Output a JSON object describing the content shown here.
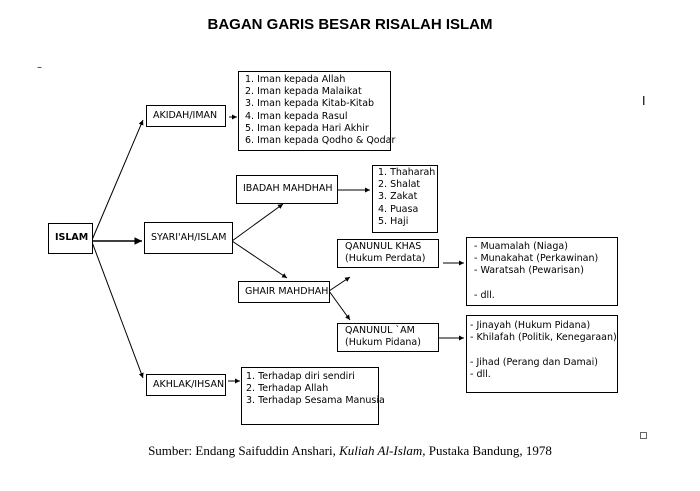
{
  "title": "BAGAN GARIS BESAR RISALAH ISLAM",
  "islam": "ISLAM",
  "akidah": {
    "label": "AKIDAH/IMAN",
    "items": [
      "1. Iman kepada Allah",
      "2. Iman kepada Malaikat",
      "3. Iman kepada Kitab-Kitab",
      "4. Iman kepada Rasul",
      "5. Iman kepada Hari Akhir",
      "6. Iman kepada Qodho & Qodar"
    ]
  },
  "syariah": {
    "label": "SYARI'AH/ISLAM"
  },
  "ibadah": {
    "label": "IBADAH MAHDHAH",
    "items": [
      "1. Thaharah",
      "2. Shalat",
      "3. Zakat",
      "4. Puasa",
      "5. Haji"
    ]
  },
  "ghair": {
    "label": "GHAIR MAHDHAH"
  },
  "khas": {
    "label1": "QANUNUL KHAS",
    "label2": "(Hukum Perdata)",
    "items": [
      "- Muamalah (Niaga)",
      "- Munakahat (Perkawinan)",
      "- Waratsah (Pewarisan)",
      "",
      "- dll."
    ]
  },
  "am": {
    "label1": "QANUNUL `AM",
    "label2": "(Hukum Pidana)",
    "items": [
      "- Jinayah (Hukum Pidana)",
      "- Khilafah (Politik, Kenegaraan)",
      "",
      "- Jihad (Perang dan Damai)",
      "- dll."
    ]
  },
  "akhlak": {
    "label": "AKHLAK/IHSAN",
    "items": [
      "1. Terhadap diri sendiri",
      "2. Terhadap Allah",
      "3. Terhadap Sesama Manusia"
    ]
  },
  "source": {
    "prefix": "Sumber: Endang Saifuddin Anshari, ",
    "book": "Kuliah Al-Islam",
    "suffix": ", Pustaka Bandung, 1978"
  }
}
